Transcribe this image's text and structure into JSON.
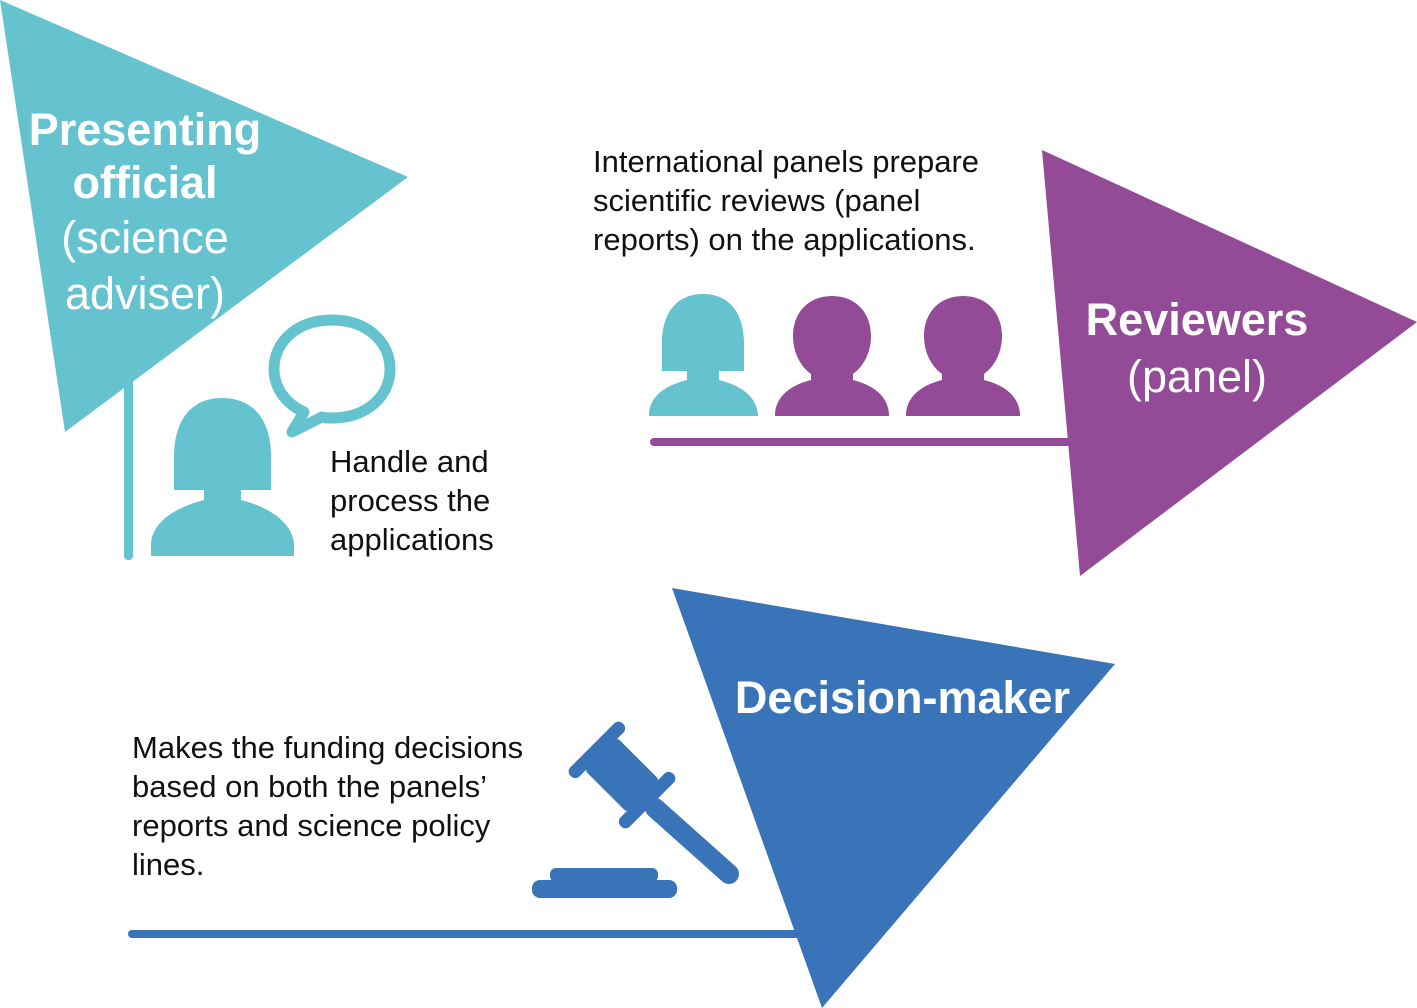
{
  "colors": {
    "presenting": "#65c3cf",
    "reviewers": "#934b97",
    "decision": "#3a74b8",
    "text_dark": "#111111",
    "text_light": "#ffffff"
  },
  "presenting": {
    "title_line1": "Presenting",
    "title_line2": "official",
    "sub_line1": "(science",
    "sub_line2": "adviser)",
    "desc_line1": "Handle and",
    "desc_line2": "process the",
    "desc_line3": "applications",
    "icons": [
      "person-female-icon",
      "speech-bubble-icon"
    ]
  },
  "reviewers": {
    "title": "Reviewers",
    "sub": "(panel)",
    "desc_line1": "International panels prepare",
    "desc_line2": "scientific reviews (panel",
    "desc_line3": "reports) on the applications.",
    "icons": [
      "person-female-icon",
      "person-male-icon",
      "person-male-icon"
    ]
  },
  "decision": {
    "title": "Decision-maker",
    "desc_line1": "Makes the funding decisions",
    "desc_line2": "based on both the panels’",
    "desc_line3": "reports and science policy",
    "desc_line4": "lines.",
    "icons": [
      "gavel-icon"
    ]
  }
}
